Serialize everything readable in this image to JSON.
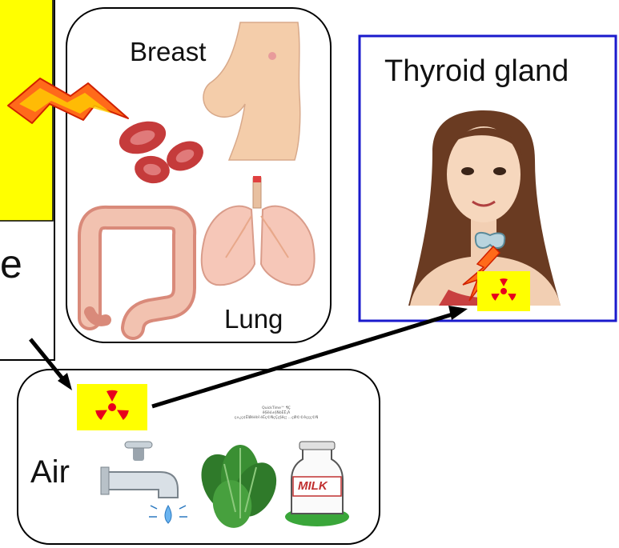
{
  "organs_panel": {
    "breast_label": "Breast",
    "lung_label": "Lung"
  },
  "thyroid_panel": {
    "title": "Thyroid gland"
  },
  "left_panel": {
    "partial_text": "e"
  },
  "exposure_panel": {
    "air_label": "Air",
    "milk_text": "MILK",
    "tiny_caption_lines": [
      "QuickTime™ ¶Ç",
      "ê§ïëó±§ÑòÈÊ¡Á",
      "ç±¿ç¢ÈÌØééÞÌ éÈç©ÑçÇç§êç¦ …çØ©©êççç©Ñ"
    ]
  },
  "colors": {
    "yellow_highlight": "#ffff00",
    "thyroid_frame": "#1a1acc",
    "radiation_symbol": "#e8001c",
    "lightning_fill": "#ff6a1a",
    "lightning_stroke": "#d02000",
    "arrow": "#000000"
  },
  "icons": [
    "lightning-bolt-icon",
    "radiation-icon",
    "red-blood-cells-icon",
    "breast-icon",
    "lungs-icon",
    "colon-icon",
    "woman-portrait-icon",
    "thyroid-icon",
    "water-tap-icon",
    "spinach-icon",
    "milk-bottle-icon"
  ]
}
